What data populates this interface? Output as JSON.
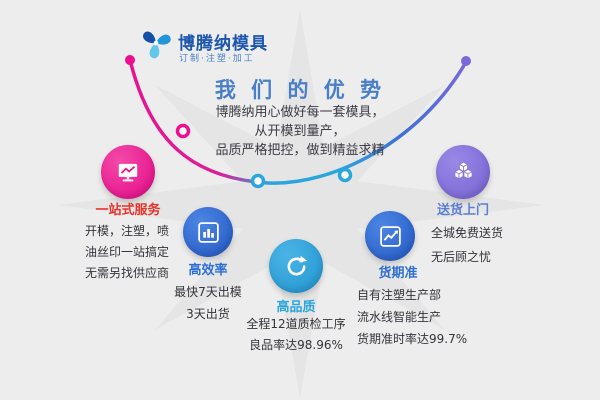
{
  "brand": {
    "name": "博腾纳模具",
    "tagline": "订制·注塑·加工"
  },
  "header": {
    "title": "我 们 的 优 势",
    "subtitle_lines": [
      "博腾纳用心做好每一套模具，",
      "从开模到量产，",
      "品质严格把控，做到精益求精"
    ]
  },
  "features": [
    {
      "title": "一站式服务",
      "icon": "presentation-chart-icon",
      "color": "#e9118c",
      "title_color": "#e8332a",
      "lines": [
        "开模，注塑，喷",
        "油丝印一站搞定",
        "无需另找供应商"
      ]
    },
    {
      "title": "高效率",
      "icon": "bar-chart-icon",
      "color": "#2e6fd6",
      "title_color": "#2e6fd6",
      "lines": [
        "最快7天出模",
        "3天出货"
      ]
    },
    {
      "title": "高品质",
      "icon": "refresh-arrows-icon",
      "color": "#2aa6dd",
      "title_color": "#2aa6dd",
      "lines": [
        "全程12道质检工序",
        "良品率达98.96%"
      ]
    },
    {
      "title": "货期准",
      "icon": "trend-chart-icon",
      "color": "#2e6fd6",
      "title_color": "#2e6fd6",
      "lines": [
        "自有注塑生产部",
        "流水线智能生产",
        "货期准时率达99.7%"
      ]
    },
    {
      "title": "送货上门",
      "icon": "cubes-icon",
      "color": "#8673dc",
      "title_color": "#5a7fd0",
      "lines": [
        "全城免费送货",
        "无后顾之忧"
      ]
    }
  ],
  "colors": {
    "background": "#ededed",
    "watermark": "#e3e3e3",
    "title_blue": "#4a7fc7",
    "brand_blue": "#1e56ae",
    "curve_left": "#ec108e",
    "curve_mid": "#2aa6dd",
    "curve_right": "#7b68d8"
  }
}
